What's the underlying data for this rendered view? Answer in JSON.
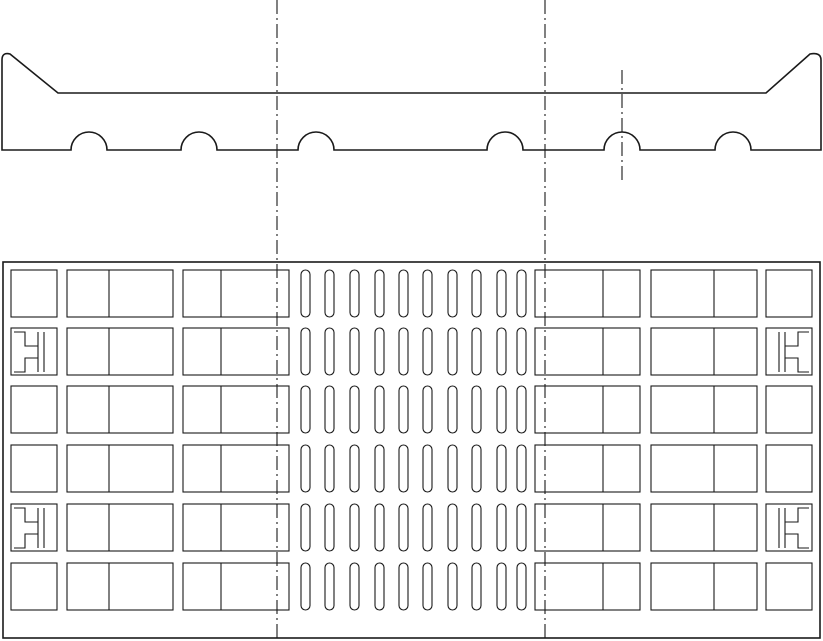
{
  "drawing": {
    "views": [
      "side-elevation",
      "plan-view"
    ],
    "colors": {
      "line": "#1a1a1a",
      "background": "#ffffff"
    },
    "side_view": {
      "notch_count": 6
    },
    "plan_view": {
      "rows": 6,
      "slot_count": 10,
      "left_modules": [
        "single-cell",
        "split-cell",
        "split-cell"
      ],
      "right_modules": [
        "split-cell",
        "split-cell",
        "single-cell"
      ],
      "bracket_rows": [
        2,
        5
      ]
    },
    "centerlines": 3
  }
}
